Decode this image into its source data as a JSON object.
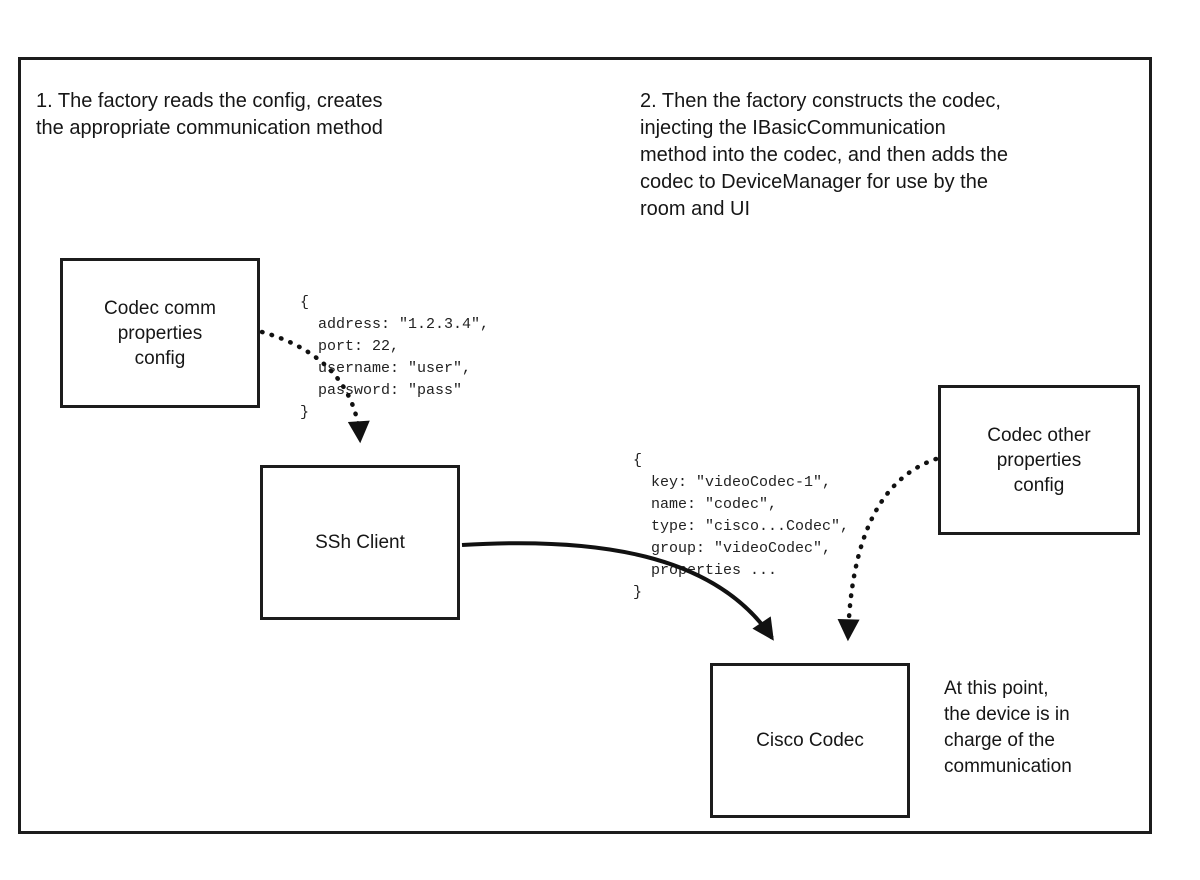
{
  "diagram": {
    "notes": {
      "step1": "1. The factory reads the config, creates\nthe appropriate communication method",
      "step2": "2. Then the factory constructs the codec,\ninjecting the IBasicCommunication\nmethod into the codec, and then adds the\ncodec to DeviceManager for use by the\nroom and UI",
      "side": "At this point,\nthe device is in\ncharge of the\ncommunication"
    },
    "boxes": {
      "codec_comm_config": "Codec comm\nproperties\nconfig",
      "ssh_client": "SSh Client",
      "codec_other_config": "Codec other\nproperties\nconfig",
      "cisco_codec": "Cisco Codec"
    },
    "code": {
      "comm_properties": "{\n  address: \"1.2.3.4\",\n  port: 22,\n  username: \"user\",\n  password: \"pass\"\n}",
      "codec_properties": "{\n  key: \"videoCodec-1\",\n  name: \"codec\",\n  type: \"cisco...Codec\",\n  group: \"videoCodec\",\n  properties ...\n}"
    },
    "colors": {
      "stroke": "#111111",
      "background": "#ffffff"
    }
  }
}
